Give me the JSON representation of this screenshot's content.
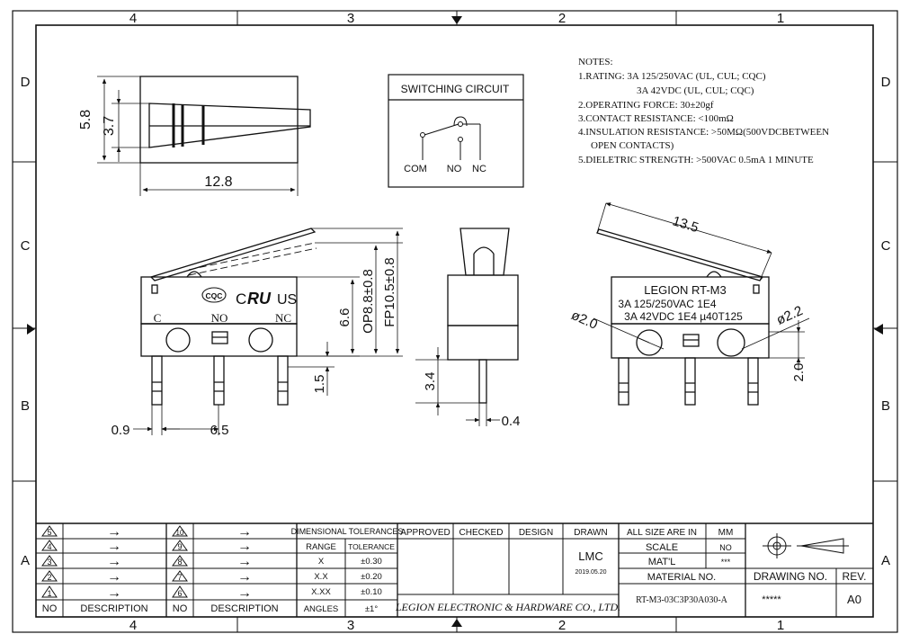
{
  "border": {
    "top_numbers": [
      "4",
      "3",
      "2",
      "1"
    ],
    "bottom_numbers": [
      "4",
      "3",
      "2",
      "1"
    ],
    "left_letters": [
      "D",
      "C",
      "B",
      "A"
    ],
    "right_letters": [
      "D",
      "C",
      "B",
      "A"
    ]
  },
  "top_view": {
    "height_outer": "5.8",
    "height_inner": "3.7",
    "length": "12.8"
  },
  "switching_circuit": {
    "title": "SWITCHING CIRCUIT",
    "com": "COM",
    "no": "NO",
    "nc": "NC"
  },
  "notes": {
    "title": "NOTES:",
    "lines": [
      "1.RATING: 3A 125/250VAC (UL, CUL; CQC)",
      "3A 42VDC (UL, CUL; CQC)",
      "2.OPERATING FORCE: 30±20gf",
      "3.CONTACT RESISTANCE: <100mΩ",
      "4.INSULATION RESISTANCE: >50MΩ(500VDCBETWEEN",
      "OPEN CONTACTS)",
      "5.DIELETRIC STRENGTH: >500VAC 0.5mA 1 MINUTE"
    ]
  },
  "front_view": {
    "cqc": "CQC",
    "c_mark": "C",
    "ru": "RU",
    "us": "US",
    "c_label": "C",
    "no_label": "NO",
    "nc_label": "NC",
    "dim_6_6": "6.6",
    "dim_op": "OP8.8±0.8",
    "dim_fp": "FP10.5±0.8",
    "dim_1_5": "1.5",
    "dim_0_9": "0.9",
    "dim_6_5": "6.5"
  },
  "side_view": {
    "dim_3_4": "3.4",
    "dim_0_4": "0.4"
  },
  "back_view": {
    "dim_13_5": "13.5",
    "brand": "LEGION  RT-M3",
    "line2": "3A 125/250VAC 1E4",
    "line3": "3A 42VDC 1E4   µ40T125",
    "dia_2_0": "ø2.0",
    "dia_2_2": "ø2.2",
    "dim_2_0": "2.0"
  },
  "revision_table": {
    "rows_left": [
      "5",
      "4",
      "3",
      "2",
      "1"
    ],
    "rows_right": [
      "10",
      "9",
      "8",
      "7",
      "6"
    ],
    "arrow": "→",
    "head_no": "NO",
    "head_desc": "DESCRIPTION"
  },
  "tolerances": {
    "title": "DIMENSIONAL TOLERANCES",
    "head_range": "RANGE",
    "head_tol": "TOLERANCE",
    "rows": [
      [
        "X",
        "±0.30"
      ],
      [
        "X.X",
        "±0.20"
      ],
      [
        "X.XX",
        "±0.10"
      ],
      [
        "ANGLES",
        "±1°"
      ]
    ]
  },
  "approvals": {
    "approved": "APPROVED",
    "checked": "CHECKED",
    "design": "DESIGN",
    "drawn": "DRAWN",
    "drawn_by": "LMC",
    "date": "2019.05.20"
  },
  "info": {
    "all_size": "ALL SIZE ARE IN",
    "mm": "MM",
    "scale": "SCALE",
    "scale_val": "NO",
    "matl": "MAT'L",
    "matl_val": "***",
    "material_no": "MATERIAL NO.",
    "drawing_no": "DRAWING NO.",
    "rev": "REV.",
    "company": "LEGION ELECTRONIC & HARDWARE CO., LTD.",
    "part_no": "RT-M3-03C3P30A030-A",
    "drawing_no_val": "*****",
    "rev_val": "A0"
  }
}
